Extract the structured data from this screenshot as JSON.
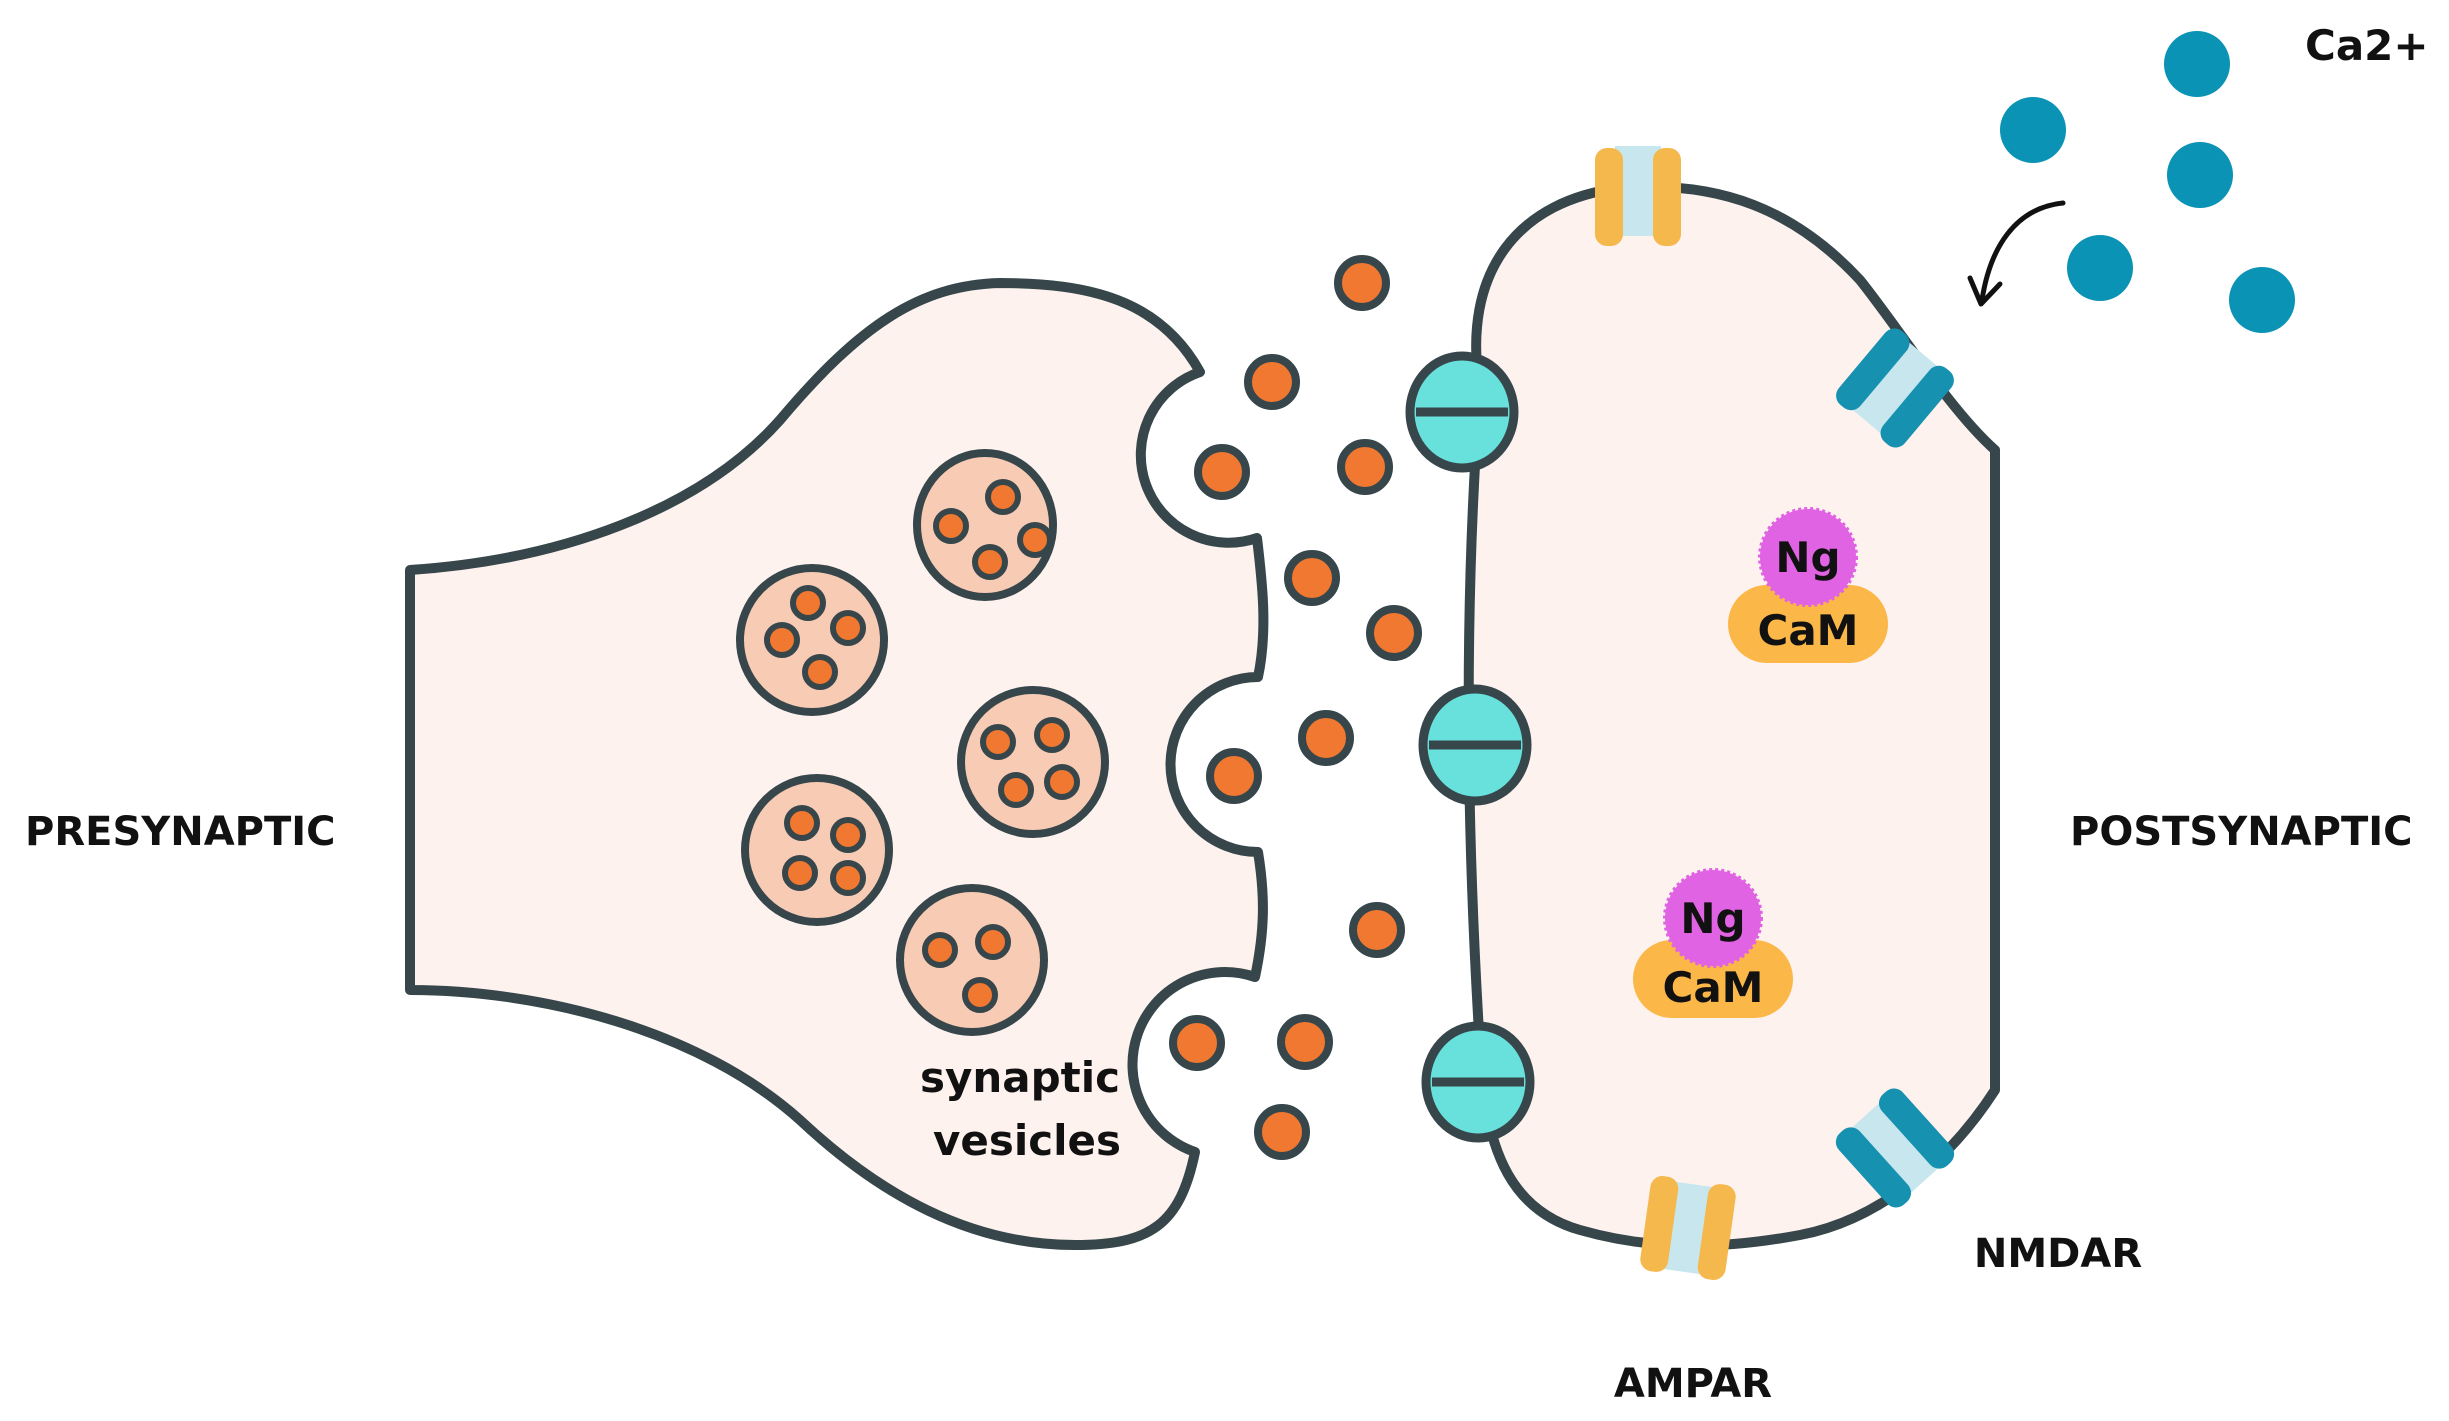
{
  "labels": {
    "presynaptic": "PRESYNAPTIC",
    "postsynaptic": "POSTSYNAPTIC",
    "vesicles_line1": "synaptic",
    "vesicles_line2": "vesicles",
    "ampar": "AMPAR",
    "nmdar": "NMDAR",
    "calcium": "Ca2+",
    "ng": "Ng",
    "cam": "CaM"
  },
  "colors": {
    "cell_fill": "#fdf2ee",
    "membrane": "#36464a",
    "vesicle_fill": "#f8cbb5",
    "neurotransmitter": "#f07830",
    "receptor_cyan": "#68e0dc",
    "ampar_orange": "#f5b84c",
    "nmdar_blue": "#1691b0",
    "channel_pore": "#c8e6ee",
    "calcium_ion": "#0a93b5",
    "neurogranin": "#e063e3",
    "calmodulin": "#fbb748"
  }
}
